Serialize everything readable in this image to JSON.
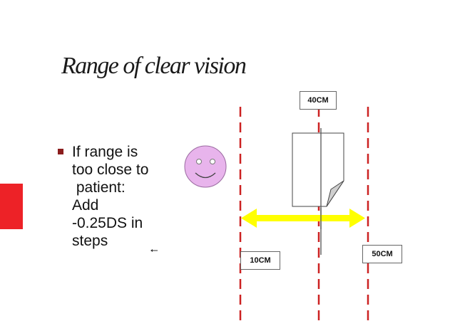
{
  "slide": {
    "title": "Range of clear vision",
    "bullet": {
      "lines": [
        "If range is",
        "too close to",
        " patient:",
        "Add",
        "-0.25DS in",
        "steps"
      ]
    },
    "labels": {
      "near": "10CM",
      "middle": "40CM",
      "far": "50CM"
    },
    "colors": {
      "accent": "#ed2227",
      "dashed_lines": "#cc2222",
      "arrow": "#ffff00",
      "face": "#e8b4ec"
    },
    "icons": {
      "face": "smiley-face-icon",
      "card": "reading-card-icon"
    }
  }
}
